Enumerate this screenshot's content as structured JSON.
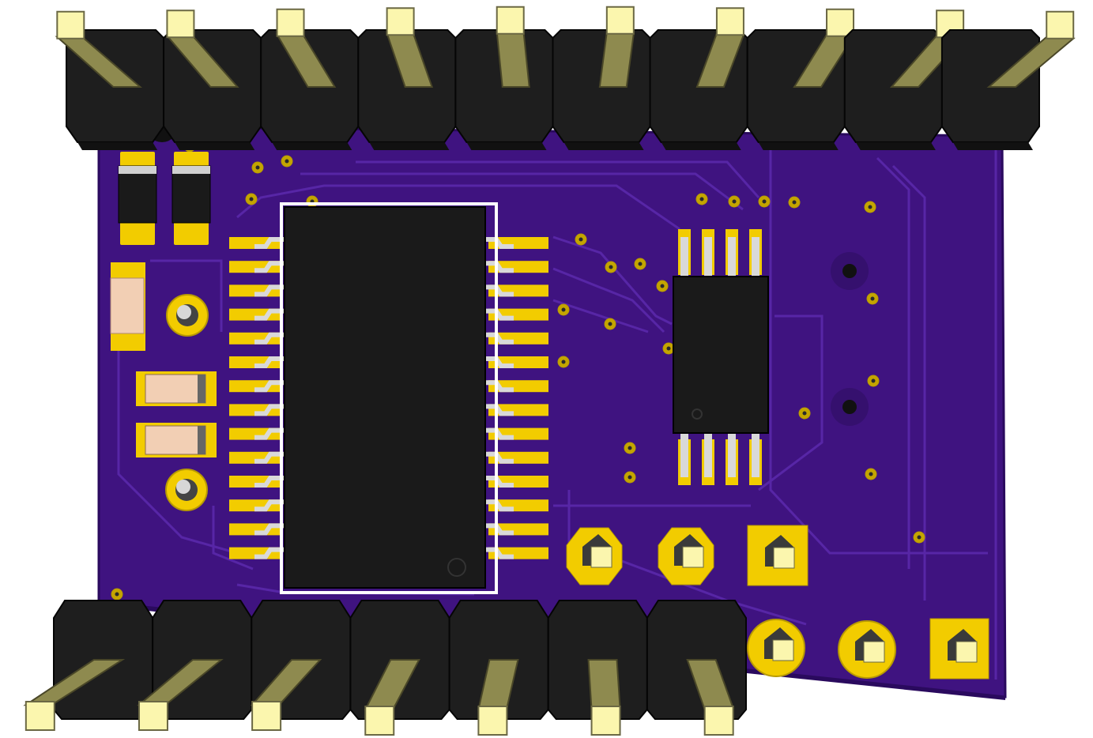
{
  "scene": {
    "subject": "",
    "colors": {
      "board": "#3f1380",
      "board_edge": "#2a0a5e",
      "trace": "#5726a6",
      "copper": "#f2cc00",
      "copper_dark": "#b89a00",
      "pin_top": "#fbf6ae",
      "pin_side": "#8e8a4f",
      "pin_side_dark": "#5f5c32",
      "header_body": "#1e1e1e",
      "header_side": "#111111",
      "ic_body": "#1a1a1a",
      "lead": "#d9d9d9",
      "resistor_body": "#1a1a1a",
      "cap_body": "#f2cfb4",
      "via": "#c4a500"
    },
    "counts": {
      "top_header_pins": 10,
      "bottom_header_pins": 7,
      "main_ic_pins_per_side": 14,
      "small_ic_pins_per_side": 4
    }
  }
}
